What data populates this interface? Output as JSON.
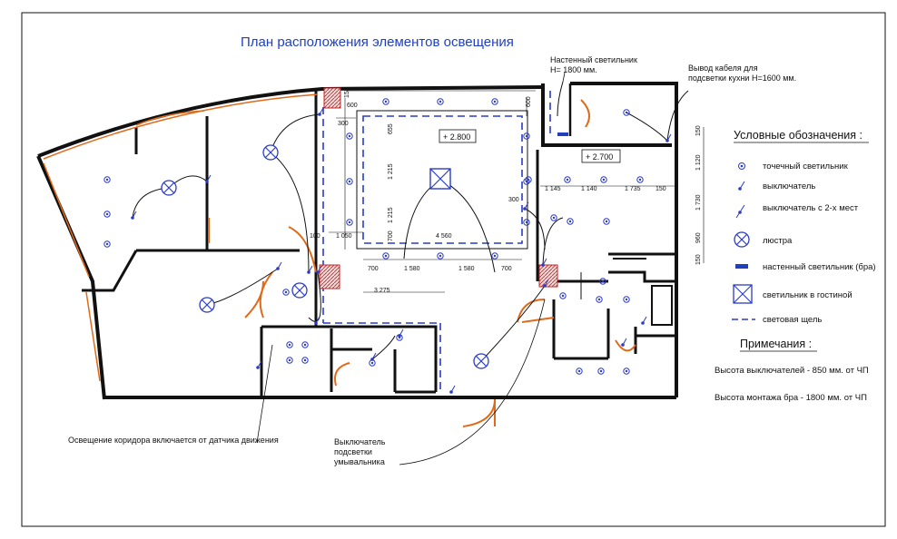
{
  "title": "План расположения элементов освещения",
  "callouts": {
    "wall_lamp_line1": "Настенный светильник",
    "wall_lamp_line2": "H= 1800 мм.",
    "cable_line1": "Вывод кабеля для",
    "cable_line2": "подсветки кухни H=1600 мм.",
    "corridor": "Освещение коридора включается от датчика движения",
    "sink_line1": "Выключатель",
    "sink_line2": "подсветки",
    "sink_line3": "умывальника"
  },
  "levels": {
    "living": "+ 2.800",
    "kitchen": "+ 2.700"
  },
  "dims": {
    "d600a": "600",
    "d155": "155",
    "d300a": "300",
    "d655": "655",
    "d1215a": "1 215",
    "d1215b": "1 215",
    "d700a": "700",
    "d1050": "1 050",
    "d100": "100",
    "d4560": "4 560",
    "d300b": "300",
    "d700b": "700",
    "d1580a": "1 580",
    "d1580b": "1 580",
    "d700c": "700",
    "d3275": "3 275",
    "d600b": "600",
    "d1145": "1 145",
    "d1140": "1 140",
    "d1735": "1 735",
    "d150a": "150",
    "v150": "150",
    "v1120": "1 120",
    "v1730": "1 730",
    "v960": "960",
    "v150b": "150"
  },
  "legend": {
    "heading": "Условные обозначения :",
    "items": [
      {
        "icon": "spot-light-icon",
        "label": "точечный светильник"
      },
      {
        "icon": "switch-icon",
        "label": "выключатель"
      },
      {
        "icon": "double-switch-icon",
        "label": "выключатель с 2-х мест"
      },
      {
        "icon": "chandelier-icon",
        "label": "люстра"
      },
      {
        "icon": "wall-lamp-icon",
        "label": "настенный светильник (бра)"
      },
      {
        "icon": "living-room-fixture-icon",
        "label": "светильник в гостиной"
      },
      {
        "icon": "light-slot-icon",
        "label": "световая щель"
      }
    ]
  },
  "notes": {
    "heading": "Примечания :",
    "items": [
      "Высота выключателей - 850 мм. от ЧП",
      "Высота монтажа бра - 1800 мм. от ЧП"
    ]
  },
  "colors": {
    "wall": "#111111",
    "door": "#e06a1a",
    "symbol": "#2a3bc8",
    "slot": "#2a3bc8",
    "hatch": "#cc2222",
    "title": "#1f3fbf"
  }
}
